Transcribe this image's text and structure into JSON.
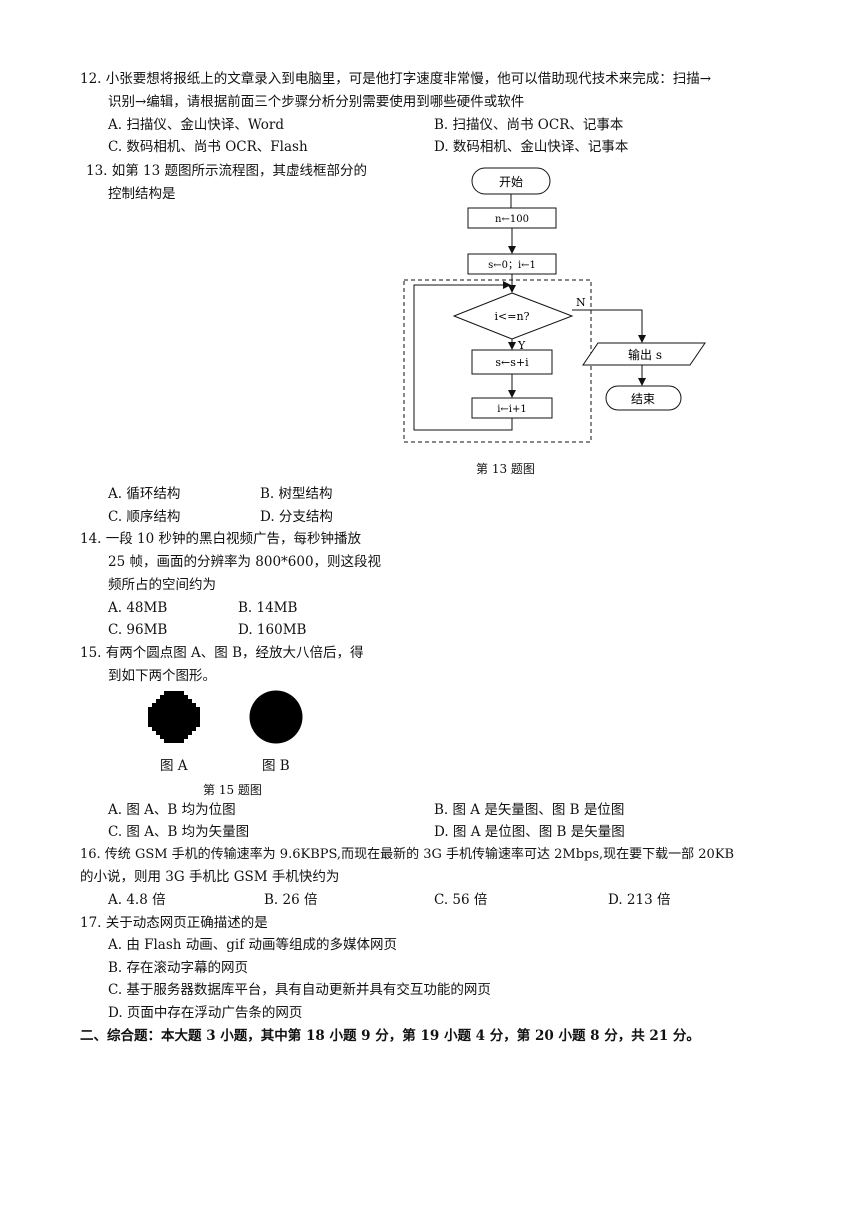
{
  "q12": {
    "line1": "12. 小张要想将报纸上的文章录入到电脑里，可是他打字速度非常慢，他可以借助现代技术来完成：扫描→",
    "line2": "识别→编辑，请根据前面三个步骤分析分别需要使用到哪些硬件或软件",
    "options": [
      "A. 扫描仪、金山快译、Word",
      "B. 扫描仪、尚书 OCR、记事本",
      "C. 数码相机、尚书 OCR、Flash",
      "D. 数码相机、金山快译、记事本"
    ]
  },
  "q13": {
    "line1": "13. 如第 13 题图所示流程图，其虚线框部分的",
    "line2": "控制结构是",
    "flow": {
      "start": "开始",
      "assign_n": "n←100",
      "init": "s←0；i←1",
      "cond": "i<=n?",
      "yes": "Y",
      "no": "N",
      "sum": "s←s+i",
      "inc": "i←i+1",
      "output": "输出 s",
      "end": "结束"
    },
    "caption": "第 13 题图",
    "options": [
      "A. 循环结构",
      "B. 树型结构",
      "C. 顺序结构",
      "D. 分支结构"
    ]
  },
  "q14": {
    "lines": [
      "14. 一段 10 秒钟的黑白视频广告，每秒钟播放",
      "25 帧，画面的分辨率为 800*600，则这段视",
      "频所占的空间约为"
    ],
    "options": [
      "A. 48MB",
      "B. 14MB",
      "C. 96MB",
      "D. 160MB"
    ]
  },
  "q15": {
    "line1": "15. 有两个圆点图 A、图 B，经放大八倍后，得",
    "line2": "到如下两个图形。",
    "figA": "图 A",
    "figB": "图 B",
    "caption": "第 15 题图",
    "options": [
      "A. 图 A、B 均为位图",
      "B. 图 A 是矢量图、图 B 是位图",
      "C. 图 A、B 均为矢量图",
      "D. 图 A 是位图、图 B 是矢量图"
    ]
  },
  "q16": {
    "line1": "16. 传统 GSM 手机的传输速率为 9.6KBPS,而现在最新的 3G 手机传输速率可达 2Mbps,现在要下载一部 20KB",
    "line2": "的小说，则用 3G 手机比 GSM 手机快约为",
    "options": [
      "A. 4.8 倍",
      "B. 26 倍",
      "C. 56 倍",
      "D. 213 倍"
    ]
  },
  "q17": {
    "line1": "17. 关于动态网页正确描述的是",
    "options": [
      "A. 由 Flash 动画、gif 动画等组成的多媒体网页",
      "B. 存在滚动字幕的网页",
      "C. 基于服务器数据库平台，具有自动更新并具有交互功能的网页",
      "D. 页面中存在浮动广告条的网页"
    ]
  },
  "section2": "二、综合题：本大题 3 小题，其中第 18 小题 9 分，第 19 小题 4 分，第 20 小题 8 分，共 21 分。"
}
